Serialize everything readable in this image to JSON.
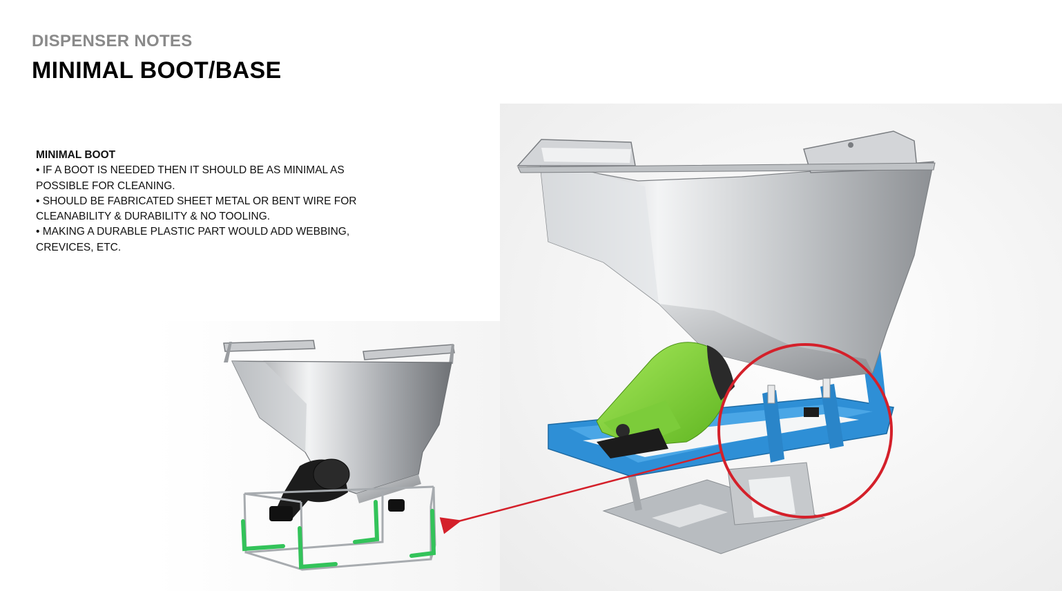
{
  "header": {
    "kicker": "DISPENSER NOTES",
    "title": "MINIMAL BOOT/BASE"
  },
  "notes": {
    "heading": "MINIMAL BOOT",
    "bullets": [
      "IF A BOOT IS NEEDED THEN IT SHOULD BE AS MINIMAL AS POSSIBLE FOR CLEANING.",
      "SHOULD BE FABRICATED SHEET METAL OR BENT WIRE FOR CLEANABILITY & DURABILITY & NO TOOLING.",
      "MAKING A DURABLE PLASTIC PART WOULD ADD WEBBING, CREVICES, ETC."
    ]
  },
  "images": {
    "left": {
      "hopper_label": "",
      "frame_color": "#bfc3c7",
      "accent": "#33c35a",
      "motor": "#1c1c1c"
    },
    "right": {
      "hopper_label": "",
      "base_color": "#2e8fd6",
      "drive_color": "#8fd63a",
      "stand_color": "#b8bcc0"
    }
  },
  "annotation": {
    "circle_color": "#d4202a",
    "arrow_color": "#d4202a"
  }
}
